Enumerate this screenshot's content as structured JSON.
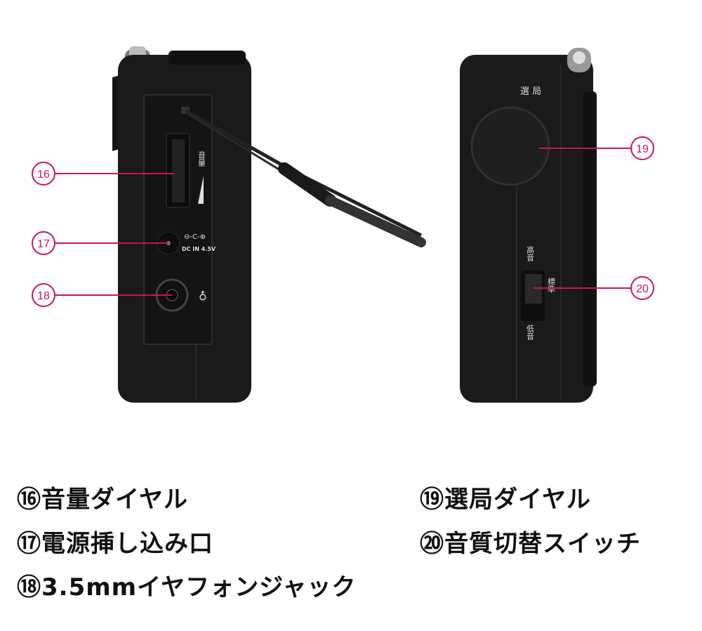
{
  "accent_color": "#c8174f",
  "callouts": [
    {
      "num": "16",
      "label": "⑯音量ダイヤル"
    },
    {
      "num": "17",
      "label": "⑰電源挿し込み口"
    },
    {
      "num": "18",
      "label": "⑱3.5mmイヤフォンジャック"
    },
    {
      "num": "19",
      "label": "⑲選局ダイヤル"
    },
    {
      "num": "20",
      "label": "⑳音質切替スイッチ"
    }
  ],
  "device_print": {
    "volume": "音量",
    "dc_in": "DC IN 4.5V",
    "tuning": "選 局",
    "high": "高音",
    "normal": "標準",
    "low": "低音"
  }
}
